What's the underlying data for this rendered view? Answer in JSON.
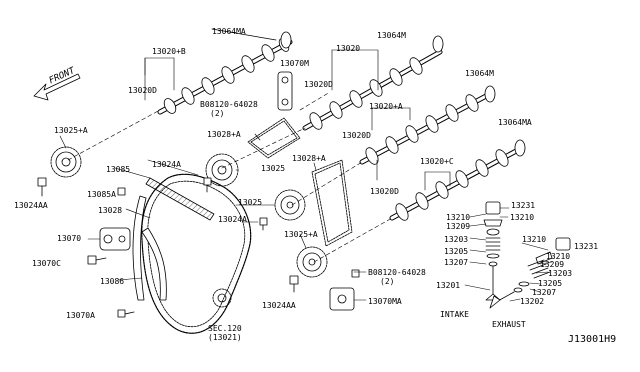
{
  "diagram": {
    "ref_code": "J13001H9",
    "direction_label": "FRONT",
    "parts": {
      "p13064MA_a": "13064MA",
      "p13064M_a": "13064M",
      "p13064M_b": "13064M",
      "p13064MA_b": "13064MA",
      "p13020B": "13020+B",
      "p13020": "13020",
      "p13020A": "13020+A",
      "p13020C": "13020+C",
      "p13020D_1": "13020D",
      "p13020D_2": "13020D",
      "p13020D_3": "13020D",
      "p13020D_4": "13020D",
      "p13070M": "13070M",
      "bolt1": "B08120-64028",
      "bolt1_qty": "(2)",
      "bolt2": "B08120-64028",
      "bolt2_qty": "(2)",
      "p13025A_1": "13025+A",
      "p13028A_1": "13028+A",
      "p13028A_2": "13028+A",
      "p13085": "13085",
      "p13024A_1": "13024A",
      "p13025_1": "13025",
      "p13025_2": "13025",
      "p13024AA_1": "13024AA",
      "p13085A": "13085A",
      "p13028": "13028",
      "p13024A_2": "13024A",
      "p13025A_2": "13025+A",
      "p13070": "13070",
      "p13070C": "13070C",
      "p13086": "13086",
      "p13070A": "13070A",
      "sec": "SEC.120",
      "sec_ref": "(13021)",
      "p13024AA_2": "13024AA",
      "p13070MA": "13070MA",
      "p13231_a": "13231",
      "p13210_a1": "13210",
      "p13210_a2": "13210",
      "p13209_a": "13209",
      "p13203_a": "13203",
      "p13205_a": "13205",
      "p13207_a": "13207",
      "p13201": "13201",
      "p13210_b1": "13210",
      "p13231_b": "13231",
      "p13210_b2": "13210",
      "p13209_b": "13209",
      "p13203_b": "13203",
      "p13205_b": "13205",
      "p13207_b": "13207",
      "p13202": "13202",
      "intake": "INTAKE",
      "exhaust": "EXHAUST"
    }
  }
}
